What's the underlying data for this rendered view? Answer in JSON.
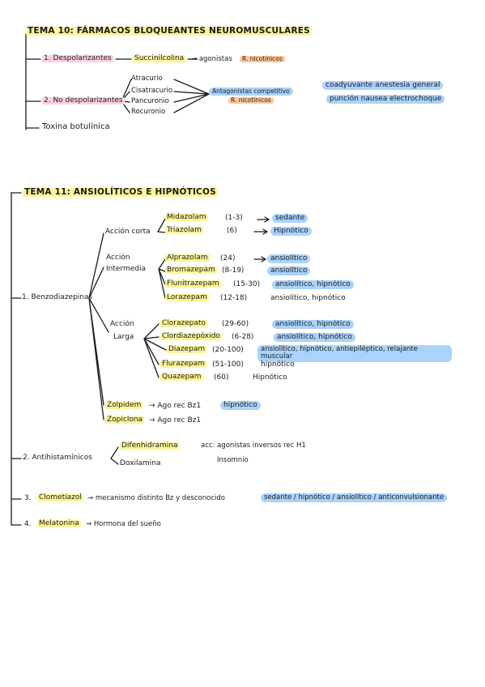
{
  "tema10": {
    "title": "TEMA 10: FÁRMACOS BLOQUEANTES NEUROMUSCULARES",
    "items": {
      "despolarizantes": "1. Despolarizantes",
      "succinilcolina": "Succinilcolina",
      "succ_arrow": "→ agonistas",
      "r_nicotinicos": "R. nicotínicos",
      "no_despolarizantes": "2. No despolarizantes",
      "drugs": [
        "Atracurio",
        "Cisatracurio",
        "Pancuronio",
        "Rocuronio"
      ],
      "antagonistas": "Antagonistas competitivo",
      "r_nicotinicos_2": "R. nicotínicos",
      "uses_line1": "coadyuvante anestesia general",
      "uses_line2": "punción nausea electrochoque",
      "toxina": "Toxina botulínica"
    }
  },
  "tema11": {
    "title": "TEMA 11: ANSIOLÍTICOS E HIPNÓTICOS",
    "benzo": {
      "label": "1. Benzodiazepinas",
      "corta_label": "Acción corta",
      "corta": [
        {
          "name": "Midazolam",
          "range": "(1-3)",
          "effect": "sedante"
        },
        {
          "name": "Triazolam",
          "range": "(6)",
          "effect": "Hipnótico"
        }
      ],
      "intermedia_label_1": "Acción",
      "intermedia_label_2": "Intermedia",
      "intermedia": [
        {
          "name": "Alprazolam",
          "range": "(24)",
          "effect": "ansiolítico"
        },
        {
          "name": "Bromazepam",
          "range": "(8-19)",
          "effect": "ansiolítico"
        },
        {
          "name": "Flunitrazepam",
          "range": "(15-30)",
          "effect": "ansiolítico, hipnótico"
        },
        {
          "name": "Lorazepam",
          "range": "(12-18)",
          "effect": "ansiolítico, hipnótico"
        }
      ],
      "larga_label_1": "Acción",
      "larga_label_2": "Larga",
      "larga": [
        {
          "name": "Clorazepato",
          "range": "(29-60)",
          "effect": "ansiolítico, hipnótico"
        },
        {
          "name": "Clordiazepóxido",
          "range": "(6-28)",
          "effect": "ansiolítico, hipnótico"
        },
        {
          "name": "Diazepam",
          "range": "(20-100)",
          "effect": "ansiolítico, hipnótico, antiepiléptico, relajante muscular"
        },
        {
          "name": "Flurazepam",
          "range": "(51-100)",
          "effect": "hipnótico"
        },
        {
          "name": "Quazepam",
          "range": "(60)",
          "effect": "Hipnótico"
        }
      ]
    },
    "zolpidem": {
      "name": "Zolpidem",
      "desc": "→ Ago rec Bz1",
      "effect": "hipnótico"
    },
    "zopiclona": {
      "name": "Zopiclona",
      "desc": "→ Ago rec Bz1"
    },
    "antihist": {
      "label": "2. Antihistamínicos",
      "drugs": [
        "Difenhidramina",
        "Doxilamina"
      ],
      "note1": "acc: agonistas inversos rec H1",
      "note2": "Insomnio"
    },
    "clometiazol": {
      "label": "3.",
      "name": "Clometiazol",
      "desc": "→ mecanismo distinto Bz y desconocido",
      "effect": "sedante / hipnótico / ansiolítico / anticonvulsionante"
    },
    "melatonina": {
      "label": "4.",
      "name": "Melatonina",
      "desc": "→ Hormona del sueño"
    }
  },
  "colors": {
    "yellow": "#fff59a",
    "pink": "#ffd1e3",
    "orange": "#ffc99a",
    "blue": "#a9d3fb"
  }
}
